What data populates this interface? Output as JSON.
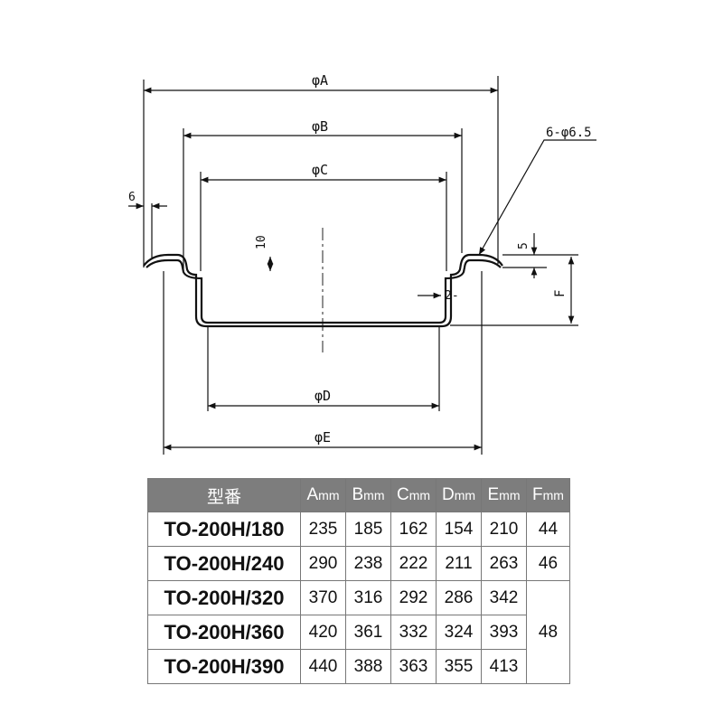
{
  "drawing": {
    "labels": {
      "a": "φA",
      "b": "φB",
      "c": "φC",
      "d": "φD",
      "e": "φE",
      "holes": "6-φ6.5",
      "six": "6",
      "ten": "10",
      "five": "5",
      "two": "2-",
      "f": "F"
    }
  },
  "table": {
    "headers": [
      {
        "main": "型番",
        "unit": ""
      },
      {
        "main": "A",
        "unit": "mm"
      },
      {
        "main": "B",
        "unit": "mm"
      },
      {
        "main": "C",
        "unit": "mm"
      },
      {
        "main": "D",
        "unit": "mm"
      },
      {
        "main": "E",
        "unit": "mm"
      },
      {
        "main": "F",
        "unit": "mm"
      }
    ],
    "rows": [
      {
        "model": "TO-200H/180",
        "a": "235",
        "b": "185",
        "c": "162",
        "d": "154",
        "e": "210",
        "f": "44"
      },
      {
        "model": "TO-200H/240",
        "a": "290",
        "b": "238",
        "c": "222",
        "d": "211",
        "e": "263",
        "f": "46"
      },
      {
        "model": "TO-200H/320",
        "a": "370",
        "b": "316",
        "c": "292",
        "d": "286",
        "e": "342"
      },
      {
        "model": "TO-200H/360",
        "a": "420",
        "b": "361",
        "c": "332",
        "d": "324",
        "e": "393"
      },
      {
        "model": "TO-200H/390",
        "a": "440",
        "b": "388",
        "c": "363",
        "d": "355",
        "e": "413"
      }
    ],
    "merged_f": "48"
  }
}
